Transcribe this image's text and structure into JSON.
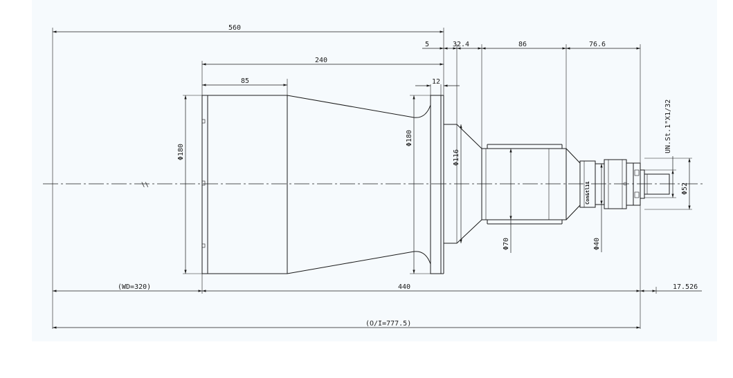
{
  "dimensions": {
    "overall_length": "560",
    "front_length": "240",
    "front_barrel": "85",
    "flange_gap": "5",
    "flange_thickness": "12",
    "seg_1": "32.4",
    "seg_2": "86",
    "seg_3": "76.6",
    "working_distance": "(WD=320)",
    "lens_length": "440",
    "back_focus": "17.526",
    "object_to_image": "(O/I=777.5)"
  },
  "diameters": {
    "front": "Φ180",
    "flange": "Φ180",
    "cone": "Φ116",
    "body": "Φ70",
    "ring": "Φ40",
    "mount": "Φ52"
  },
  "thread_label": "UN.St.1\"X1/32",
  "brand_label": "Con&tl11",
  "break_symbol": "\\\\"
}
